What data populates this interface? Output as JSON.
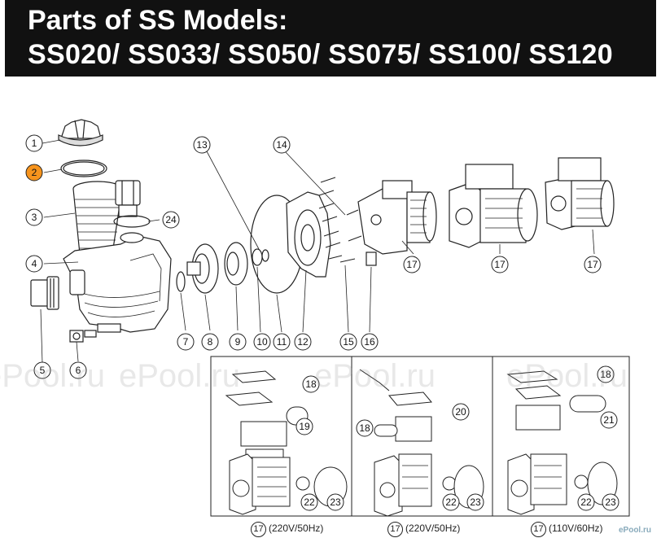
{
  "header": {
    "line1": "Parts of SS Models:",
    "line2": "SS020/ SS033/ SS050/ SS075/ SS100/ SS120"
  },
  "callouts": [
    "1",
    "2",
    "3",
    "4",
    "5",
    "6",
    "7",
    "8",
    "9",
    "10",
    "11",
    "12",
    "13",
    "14",
    "15",
    "16",
    "17",
    "18",
    "19",
    "20",
    "21",
    "22",
    "23",
    "24"
  ],
  "highlight_color": "#f7941d",
  "captions": [
    "(220V/50Hz)",
    "(220V/50Hz)",
    "(110V/60Hz)"
  ],
  "watermark": "ePool.ru",
  "corner_mark": "ePool.ru"
}
